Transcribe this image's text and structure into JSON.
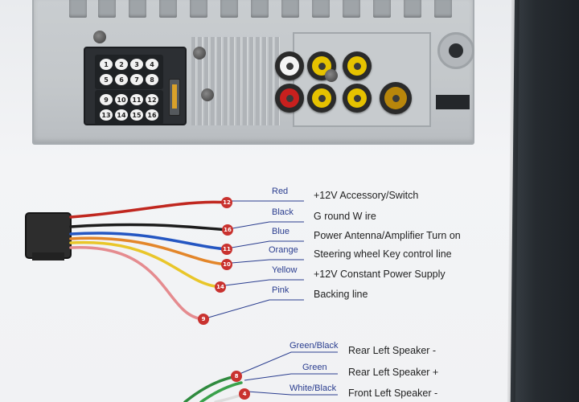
{
  "panel": {
    "iso_pins_top": [
      "1",
      "2",
      "3",
      "4",
      "5",
      "6",
      "7",
      "8"
    ],
    "iso_pins_bottom": [
      "9",
      "10",
      "11",
      "12",
      "13",
      "14",
      "15",
      "16"
    ],
    "rca_colors": [
      "#f4f4f4",
      "#e6c200",
      "#e6c200",
      "#c8201e",
      "#e6c200",
      "#e6c200"
    ],
    "av_in_color": "#b8860b"
  },
  "power_connector": {
    "wires": [
      {
        "pin": "12",
        "color_name": "Red",
        "function": "+12V Accessory/Switch",
        "wire_hex": "#c0271f"
      },
      {
        "pin": "16",
        "color_name": "Black",
        "function": "G round W ire",
        "wire_hex": "#1c1c1c"
      },
      {
        "pin": "11",
        "color_name": "Blue",
        "function": "Power Antenna/Amplifier Turn on",
        "wire_hex": "#2456c2"
      },
      {
        "pin": "10",
        "color_name": "Orange",
        "function": "Steering wheel Key control line",
        "wire_hex": "#e3862a"
      },
      {
        "pin": "14",
        "color_name": "Yellow",
        "function": "+12V Constant Power Supply",
        "wire_hex": "#e9c62a"
      },
      {
        "pin": "9",
        "color_name": "Pink",
        "function": "Backing line",
        "wire_hex": "#e58b8f"
      }
    ]
  },
  "speaker_connector": {
    "wires": [
      {
        "pin": "8",
        "color_name": "Green/Black",
        "function": "Rear Left Speaker  -",
        "wire_hex": "#2f8a3e"
      },
      {
        "pin": "",
        "color_name": "Green",
        "function": "Rear Left Speaker  +",
        "wire_hex": "#3aa14b"
      },
      {
        "pin": "4",
        "color_name": "White/Black",
        "function": "Front Left Speaker  -",
        "wire_hex": "#dcdcdc"
      }
    ]
  }
}
